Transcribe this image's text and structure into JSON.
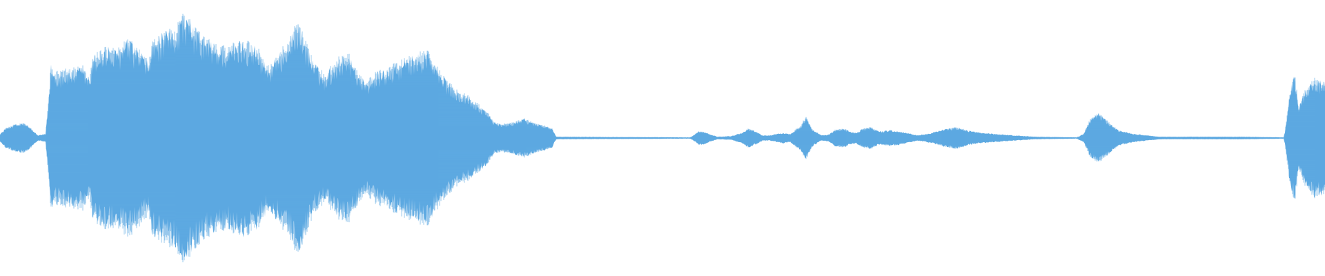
{
  "waveform": {
    "color": "#5DA9E1",
    "background": "#FFFFFF",
    "envelope": [
      [
        0,
        0.03
      ],
      [
        8,
        0.07
      ],
      [
        20,
        0.1
      ],
      [
        35,
        0.11
      ],
      [
        45,
        0.07
      ],
      [
        55,
        0.02
      ],
      [
        66,
        0.03
      ],
      [
        70,
        0.25
      ],
      [
        74,
        0.55
      ],
      [
        80,
        0.48
      ],
      [
        100,
        0.5
      ],
      [
        120,
        0.52
      ],
      [
        130,
        0.44
      ],
      [
        135,
        0.6
      ],
      [
        150,
        0.66
      ],
      [
        170,
        0.64
      ],
      [
        185,
        0.72
      ],
      [
        200,
        0.65
      ],
      [
        215,
        0.55
      ],
      [
        220,
        0.7
      ],
      [
        240,
        0.77
      ],
      [
        255,
        0.8
      ],
      [
        265,
        0.92
      ],
      [
        275,
        0.85
      ],
      [
        290,
        0.75
      ],
      [
        310,
        0.69
      ],
      [
        330,
        0.66
      ],
      [
        350,
        0.72
      ],
      [
        370,
        0.68
      ],
      [
        390,
        0.52
      ],
      [
        405,
        0.62
      ],
      [
        420,
        0.72
      ],
      [
        430,
        0.86
      ],
      [
        440,
        0.74
      ],
      [
        455,
        0.55
      ],
      [
        470,
        0.46
      ],
      [
        490,
        0.58
      ],
      [
        505,
        0.62
      ],
      [
        515,
        0.52
      ],
      [
        530,
        0.4
      ],
      [
        545,
        0.48
      ],
      [
        560,
        0.5
      ],
      [
        580,
        0.56
      ],
      [
        600,
        0.6
      ],
      [
        620,
        0.64
      ],
      [
        635,
        0.5
      ],
      [
        650,
        0.4
      ],
      [
        665,
        0.34
      ],
      [
        680,
        0.3
      ],
      [
        695,
        0.24
      ],
      [
        705,
        0.2
      ],
      [
        715,
        0.12
      ],
      [
        725,
        0.1
      ],
      [
        740,
        0.11
      ],
      [
        760,
        0.14
      ],
      [
        775,
        0.11
      ],
      [
        790,
        0.09
      ],
      [
        800,
        0.07
      ],
      [
        806,
        0.01
      ],
      [
        1000,
        0.005
      ],
      [
        1005,
        0.02
      ],
      [
        1012,
        0.05
      ],
      [
        1020,
        0.05
      ],
      [
        1028,
        0.03
      ],
      [
        1040,
        0.01
      ],
      [
        1060,
        0.015
      ],
      [
        1075,
        0.04
      ],
      [
        1085,
        0.07
      ],
      [
        1095,
        0.05
      ],
      [
        1105,
        0.02
      ],
      [
        1115,
        0.02
      ],
      [
        1125,
        0.03
      ],
      [
        1135,
        0.04
      ],
      [
        1145,
        0.03
      ],
      [
        1152,
        0.06
      ],
      [
        1160,
        0.09
      ],
      [
        1168,
        0.16
      ],
      [
        1176,
        0.07
      ],
      [
        1190,
        0.02
      ],
      [
        1200,
        0.025
      ],
      [
        1210,
        0.06
      ],
      [
        1222,
        0.07
      ],
      [
        1232,
        0.05
      ],
      [
        1240,
        0.04
      ],
      [
        1250,
        0.07
      ],
      [
        1262,
        0.08
      ],
      [
        1275,
        0.05
      ],
      [
        1290,
        0.06
      ],
      [
        1305,
        0.05
      ],
      [
        1330,
        0.02
      ],
      [
        1350,
        0.04
      ],
      [
        1365,
        0.06
      ],
      [
        1385,
        0.08
      ],
      [
        1400,
        0.06
      ],
      [
        1420,
        0.04
      ],
      [
        1445,
        0.03
      ],
      [
        1470,
        0.02
      ],
      [
        1500,
        0.01
      ],
      [
        1560,
        0.005
      ],
      [
        1570,
        0.03
      ],
      [
        1580,
        0.14
      ],
      [
        1592,
        0.18
      ],
      [
        1606,
        0.12
      ],
      [
        1620,
        0.06
      ],
      [
        1645,
        0.03
      ],
      [
        1680,
        0.01
      ],
      [
        1800,
        0.01
      ],
      [
        1860,
        0.005
      ],
      [
        1862,
        0.05
      ],
      [
        1868,
        0.3
      ],
      [
        1876,
        0.48
      ],
      [
        1882,
        0.22
      ],
      [
        1890,
        0.34
      ],
      [
        1905,
        0.43
      ],
      [
        1920,
        0.41
      ]
    ]
  }
}
